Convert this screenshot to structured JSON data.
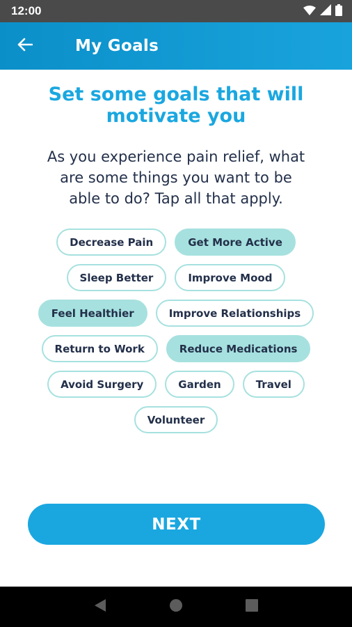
{
  "status_bar": {
    "time": "12:00",
    "icons": [
      "wifi-icon",
      "signal-icon",
      "battery-icon"
    ]
  },
  "app_bar": {
    "title": "My Goals",
    "back_icon": "arrow-left-icon"
  },
  "heading": {
    "line1": "Set some goals that will",
    "line2": "motivate you"
  },
  "subtext": {
    "line1": "As you experience pain relief, what",
    "line2": "are some things you want to be",
    "line3": "able to do? Tap all that apply."
  },
  "chips": [
    [
      {
        "label": "Decrease Pain",
        "selected": false
      },
      {
        "label": "Get More Active",
        "selected": true
      }
    ],
    [
      {
        "label": "Sleep Better",
        "selected": false
      },
      {
        "label": "Improve Mood",
        "selected": false
      }
    ],
    [
      {
        "label": "Feel Healthier",
        "selected": true
      },
      {
        "label": "Improve Relationships",
        "selected": false
      }
    ],
    [
      {
        "label": "Return to Work",
        "selected": false
      },
      {
        "label": "Reduce Medications",
        "selected": true
      }
    ],
    [
      {
        "label": "Avoid Surgery",
        "selected": false
      },
      {
        "label": "Garden",
        "selected": false
      },
      {
        "label": "Travel",
        "selected": false
      }
    ],
    [
      {
        "label": "Volunteer",
        "selected": false
      }
    ]
  ],
  "next_button": {
    "label": "NEXT"
  },
  "nav_bar": {
    "icons": [
      "nav-back-icon",
      "nav-home-icon",
      "nav-recents-icon"
    ]
  },
  "colors": {
    "accent": "#1aa7e0",
    "app_bar": "#0b8fc9",
    "chip_selected": "#a6e1df",
    "text_dark": "#23304a"
  }
}
